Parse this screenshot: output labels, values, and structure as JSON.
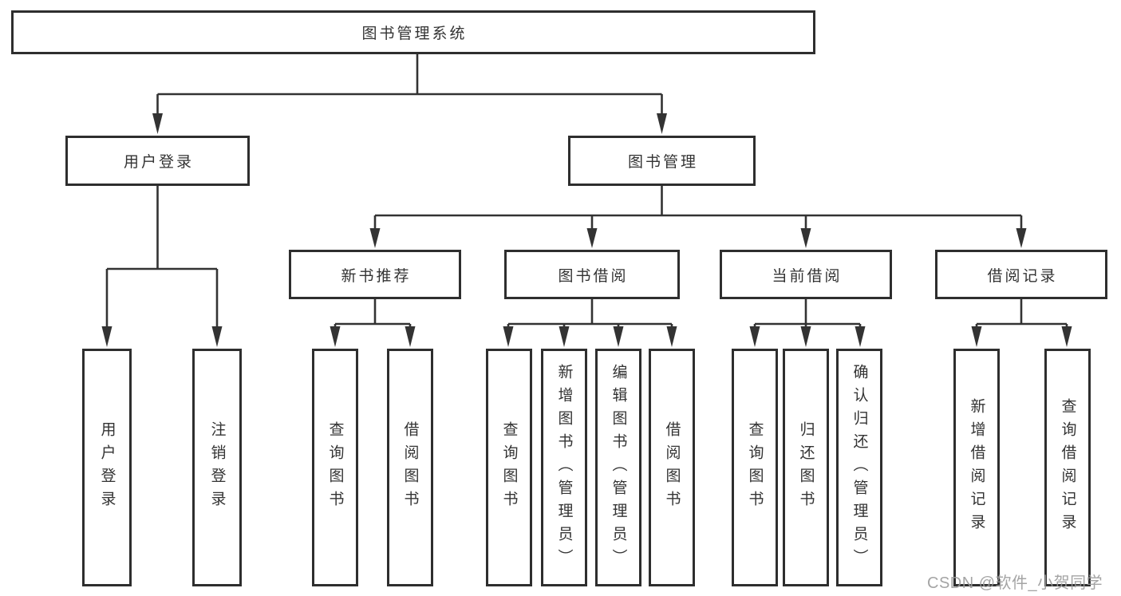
{
  "title": "图书管理系统",
  "user_login": {
    "label": "用户登录",
    "children": [
      "用户登录",
      "注销登录"
    ]
  },
  "book_mgmt": {
    "label": "图书管理",
    "sections": [
      {
        "label": "新书推荐",
        "children": [
          "查询图书",
          "借阅图书"
        ]
      },
      {
        "label": "图书借阅",
        "children": [
          "查询图书",
          "新增图书（管理员）",
          "编辑图书（管理员）",
          "借阅图书"
        ]
      },
      {
        "label": "当前借阅",
        "children": [
          "查询图书",
          "归还图书",
          "确认归还（管理员）"
        ]
      },
      {
        "label": "借阅记录",
        "children": [
          "新增借阅记录",
          "查询借阅记录"
        ]
      }
    ]
  },
  "watermark": "CSDN @软件_小贺同学",
  "colors": {
    "line": "#333333",
    "border": "#2e2e2e",
    "text": "#333333",
    "watermark": "#9b9b9b",
    "background": "#ffffff"
  }
}
